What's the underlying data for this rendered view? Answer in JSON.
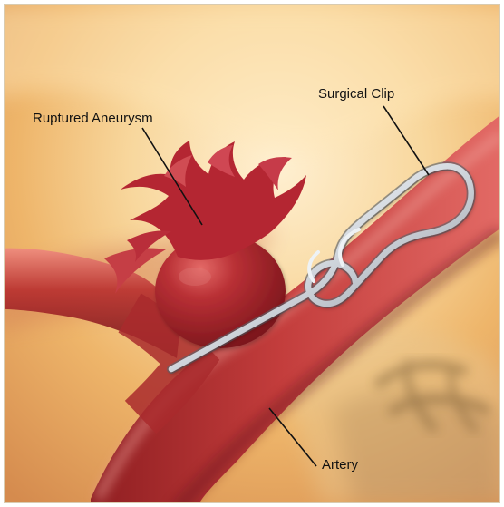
{
  "illustration": {
    "labels": {
      "ruptured_aneurysm": "Ruptured Aneurysm",
      "surgical_clip": "Surgical Clip",
      "artery": "Artery"
    }
  }
}
